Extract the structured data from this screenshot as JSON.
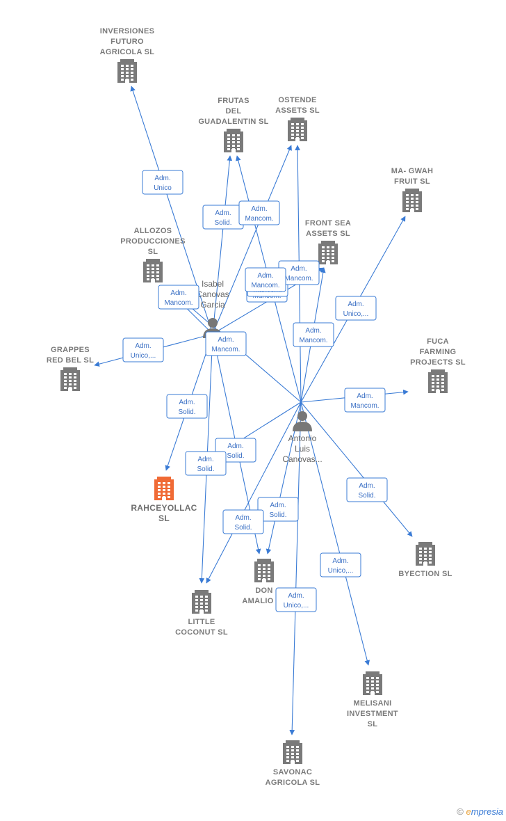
{
  "colors": {
    "edge": "#3a7bd5",
    "company": "#7a7a7a",
    "company_highlight": "#f06a35",
    "person": "#777777"
  },
  "persons": [
    {
      "id": "isabel",
      "name_lines": [
        "Isabel",
        "Canovas",
        "Garcia"
      ],
      "icon": "person-icon"
    },
    {
      "id": "antonio",
      "name_lines": [
        "Antonio",
        "Luis",
        "Canovas..."
      ],
      "icon": "person-icon"
    }
  ],
  "companies": [
    {
      "id": "inversiones",
      "name_lines": [
        "INVERSIONES",
        "FUTURO",
        "AGRICOLA  SL"
      ],
      "icon": "building-icon"
    },
    {
      "id": "frutas",
      "name_lines": [
        "FRUTAS",
        "DEL",
        "GUADALENTIN SL"
      ],
      "icon": "building-icon"
    },
    {
      "id": "ostende",
      "name_lines": [
        "OSTENDE",
        "ASSETS  SL"
      ],
      "icon": "building-icon"
    },
    {
      "id": "magwah",
      "name_lines": [
        "MA- GWAH",
        "FRUIT  SL"
      ],
      "icon": "building-icon"
    },
    {
      "id": "allozos",
      "name_lines": [
        "ALLOZOS",
        "PRODUCCIONES",
        "SL"
      ],
      "icon": "building-icon"
    },
    {
      "id": "frontsea",
      "name_lines": [
        "FRONT SEA",
        "ASSETS  SL"
      ],
      "icon": "building-icon"
    },
    {
      "id": "grappes",
      "name_lines": [
        "GRAPPES",
        "RED BEL  SL"
      ],
      "icon": "building-icon"
    },
    {
      "id": "fuca",
      "name_lines": [
        "FUCA",
        "FARMING",
        "PROJECTS  SL"
      ],
      "icon": "building-icon"
    },
    {
      "id": "rahceyollac",
      "name_lines": [
        "RAHCEYOLLAC",
        "SL"
      ],
      "icon": "building-icon",
      "highlight": true
    },
    {
      "id": "byection",
      "name_lines": [
        "BYECTION  SL"
      ],
      "icon": "building-icon"
    },
    {
      "id": "don",
      "name_lines": [
        "DON",
        "AMALIO  SL"
      ],
      "icon": "building-icon"
    },
    {
      "id": "little",
      "name_lines": [
        "LITTLE",
        "COCONUT  SL"
      ],
      "icon": "building-icon"
    },
    {
      "id": "melisani",
      "name_lines": [
        "MELISANI",
        "INVESTMENT",
        "SL"
      ],
      "icon": "building-icon"
    },
    {
      "id": "savonac",
      "name_lines": [
        "SAVONAC",
        "AGRICOLA  SL"
      ],
      "icon": "building-icon"
    }
  ],
  "relations": [
    {
      "from": "isabel",
      "to": "inversiones",
      "role_lines": [
        "Adm.",
        "Unico"
      ]
    },
    {
      "from": "isabel",
      "to": "frutas",
      "role_lines": [
        "Adm.",
        "Solid."
      ]
    },
    {
      "from": "isabel",
      "to": "ostende",
      "role_lines": [
        "Adm.",
        "Mancom."
      ]
    },
    {
      "from": "isabel",
      "to": "allozos",
      "role_lines": [
        "Adm.",
        "Mancom."
      ]
    },
    {
      "from": "isabel",
      "to": "frontsea",
      "role_lines": [
        "Adm.",
        "Mancom."
      ]
    },
    {
      "from": "isabel",
      "to": "grappes",
      "role_lines": [
        "Adm.",
        "Unico,..."
      ]
    },
    {
      "from": "isabel",
      "to": "rahceyollac",
      "role_lines": [
        "Adm.",
        "Solid."
      ]
    },
    {
      "from": "isabel",
      "to": "little",
      "role_lines": [
        "Adm.",
        "Mancom."
      ]
    },
    {
      "from": "isabel",
      "to": "don",
      "role_lines": [
        "Adm.",
        "Solid."
      ]
    },
    {
      "from": "antonio",
      "to": "frutas",
      "role_lines": [
        "Adm.",
        "Mancom."
      ]
    },
    {
      "from": "antonio",
      "to": "ostende",
      "role_lines": [
        "Adm.",
        "Mancom."
      ]
    },
    {
      "from": "antonio",
      "to": "frontsea",
      "role_lines": [
        "Adm.",
        "Mancom."
      ]
    },
    {
      "from": "antonio",
      "to": "magwah",
      "role_lines": [
        "Adm.",
        "Unico,..."
      ]
    },
    {
      "from": "antonio",
      "to": "fuca",
      "role_lines": [
        "Adm.",
        "Mancom."
      ]
    },
    {
      "from": "antonio",
      "to": "allozos",
      "role_lines": [
        "Adm.",
        "Mancom."
      ]
    },
    {
      "from": "antonio",
      "to": "rahceyollac",
      "role_lines": [
        "Adm.",
        "Solid."
      ]
    },
    {
      "from": "antonio",
      "to": "byection",
      "role_lines": [
        "Adm.",
        "Solid."
      ]
    },
    {
      "from": "antonio",
      "to": "don",
      "role_lines": [
        "Adm.",
        "Solid."
      ]
    },
    {
      "from": "antonio",
      "to": "little",
      "role_lines": [
        "Adm.",
        "Solid."
      ]
    },
    {
      "from": "antonio",
      "to": "melisani",
      "role_lines": [
        "Adm.",
        "Unico,..."
      ]
    },
    {
      "from": "antonio",
      "to": "savonac",
      "role_lines": [
        "Adm.",
        "Unico,..."
      ]
    }
  ],
  "footer": {
    "copyright": "©",
    "brand_first": "e",
    "brand_rest": "mpresia"
  }
}
